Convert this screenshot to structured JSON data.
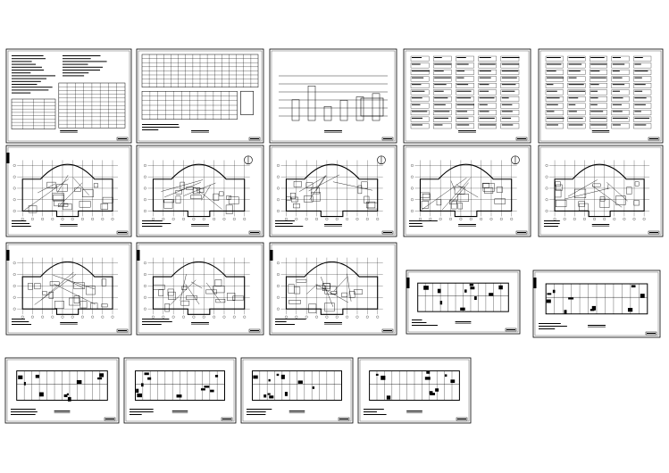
{
  "sheet_set": {
    "background": "#ffffff",
    "line_color": "#000000",
    "sheets": [
      {
        "id": "s01",
        "kind": "notes-table"
      },
      {
        "id": "s02",
        "kind": "wide-table"
      },
      {
        "id": "s03",
        "kind": "riser-diagram"
      },
      {
        "id": "s04",
        "kind": "system-diagram"
      },
      {
        "id": "s05",
        "kind": "system-diagram"
      },
      {
        "id": "s06",
        "kind": "floor-plan"
      },
      {
        "id": "s07",
        "kind": "floor-plan"
      },
      {
        "id": "s08",
        "kind": "floor-plan"
      },
      {
        "id": "s09",
        "kind": "floor-plan"
      },
      {
        "id": "s10",
        "kind": "floor-plan"
      },
      {
        "id": "s11",
        "kind": "floor-plan"
      },
      {
        "id": "s12",
        "kind": "floor-plan"
      },
      {
        "id": "s13",
        "kind": "floor-plan"
      },
      {
        "id": "s14",
        "kind": "long-plan"
      },
      {
        "id": "s15",
        "kind": "long-plan"
      },
      {
        "id": "s16",
        "kind": "long-plan"
      },
      {
        "id": "s17",
        "kind": "long-plan"
      },
      {
        "id": "s18",
        "kind": "detail-plan"
      },
      {
        "id": "s19",
        "kind": "long-plan"
      }
    ]
  }
}
